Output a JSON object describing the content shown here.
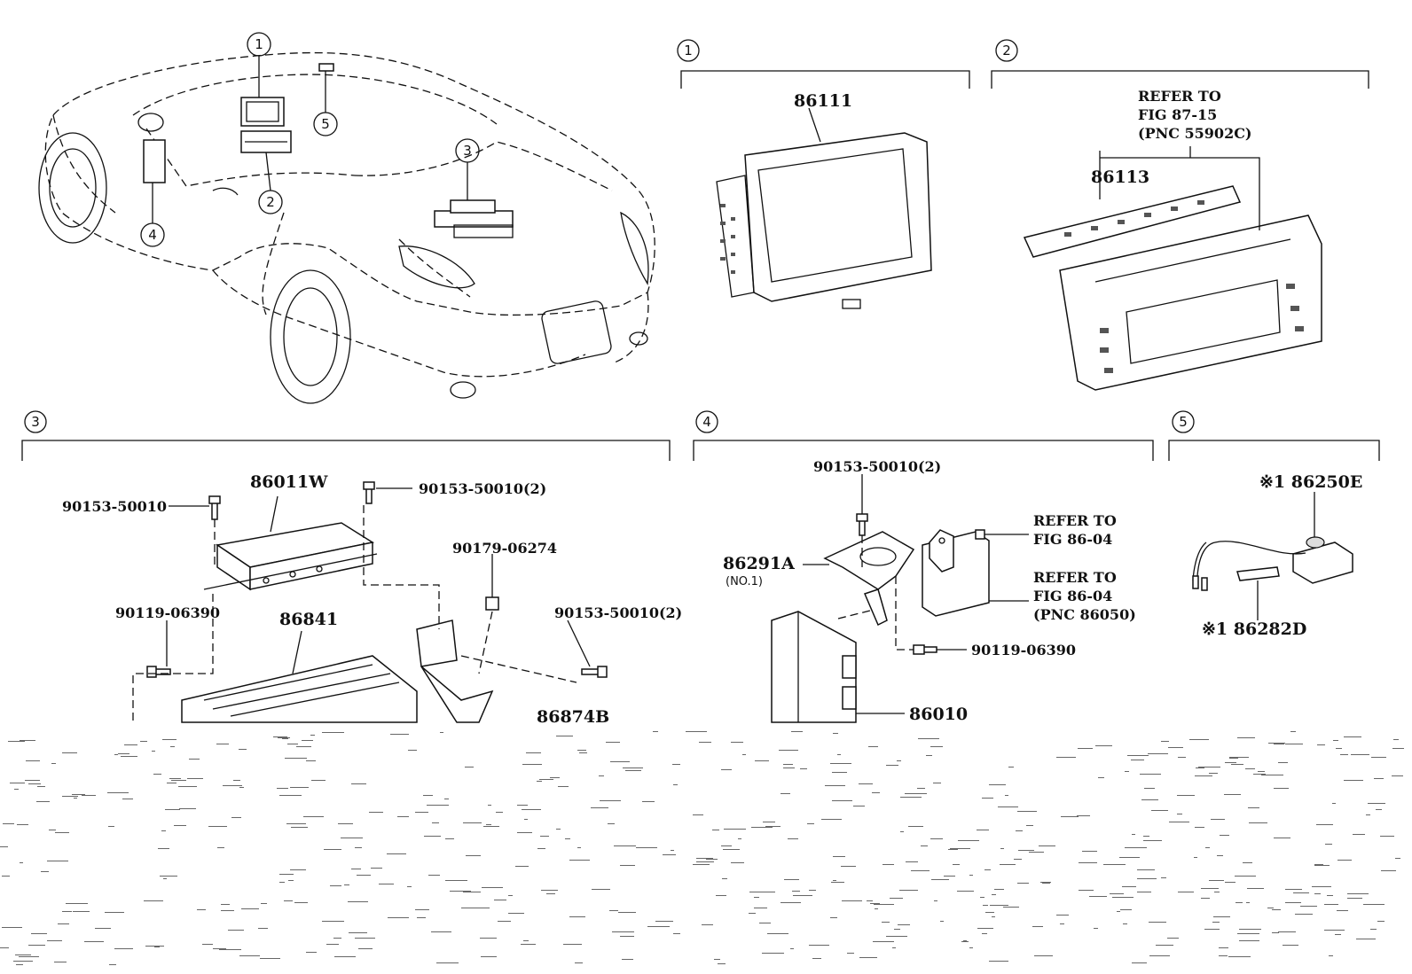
{
  "callouts": {
    "c1": "1",
    "c2": "2",
    "c3": "3",
    "c4": "4",
    "c5": "5"
  },
  "section1": {
    "num": "1",
    "part_86111": "86111"
  },
  "section2": {
    "num": "2",
    "part_86113": "86113",
    "refer_line1": "REFER TO",
    "refer_line2": "FIG 87-15",
    "refer_line3": "(PNC 55902C)"
  },
  "section3": {
    "num": "3",
    "p_86011W": "86011W",
    "p_90153_left": "90153-50010",
    "p_90153_top": "90153-50010(2)",
    "p_90179": "90179-06274",
    "p_90119": "90119-06390",
    "p_90153_right": "90153-50010(2)",
    "p_86841": "86841",
    "p_partial": "86874B"
  },
  "section4": {
    "num": "4",
    "p_90153": "90153-50010(2)",
    "p_86291A": "86291A",
    "p_86291A_note": "(NO.1)",
    "refer1_line1": "REFER TO",
    "refer1_line2": "FIG 86-04",
    "refer2_line1": "REFER TO",
    "refer2_line2": "FIG 86-04",
    "refer2_line3": "(PNC 86050)",
    "p_90119": "90119-06390",
    "p_86010": "86010"
  },
  "section5": {
    "num": "5",
    "p_86250E": "※1 86250E",
    "p_86282D": "※1 86282D"
  }
}
